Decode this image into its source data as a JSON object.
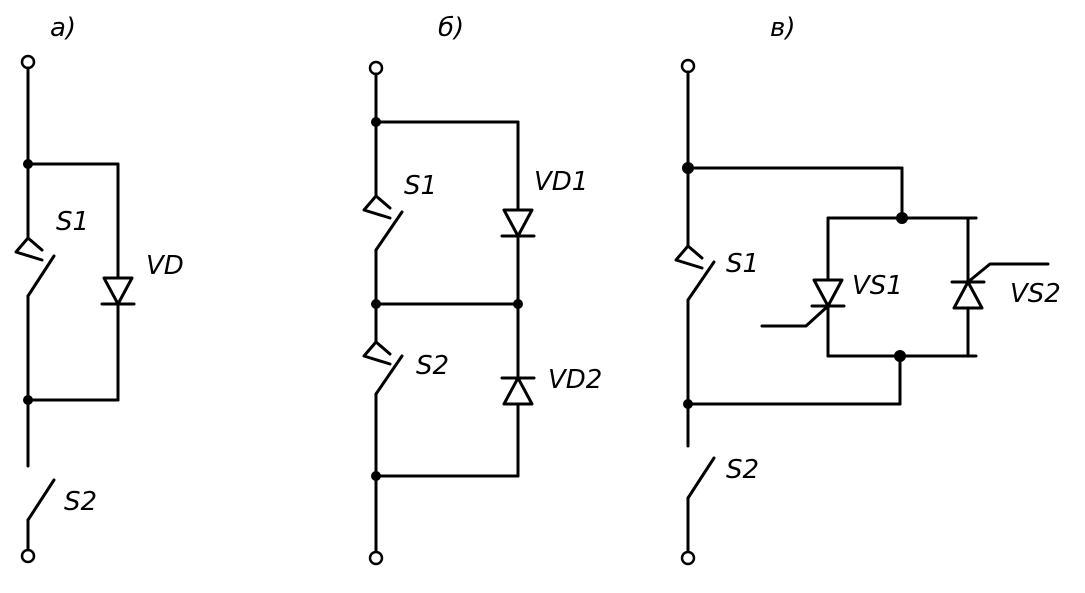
{
  "panels": {
    "a": {
      "label": "a)",
      "switch_1": "S1",
      "switch_2": "S2",
      "diode": "VD"
    },
    "b": {
      "label": "б)",
      "switch_1": "S1",
      "switch_2": "S2",
      "diode_1": "VD1",
      "diode_2": "VD2"
    },
    "c": {
      "label": "в)",
      "switch_1": "S1",
      "switch_2": "S2",
      "thyristor_1": "VS1",
      "thyristor_2": "VS2"
    }
  }
}
